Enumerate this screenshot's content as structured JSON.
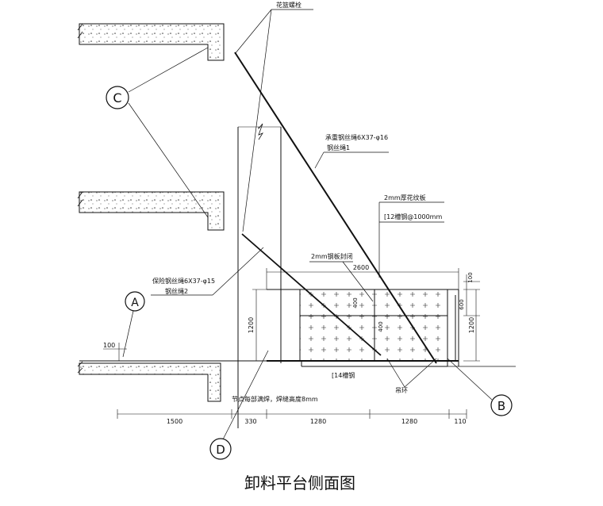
{
  "title": "卸料平台侧面图",
  "annotations": {
    "turnbuckle": "花篮螺栓",
    "main_rope_1": "承重钢丝绳6X37-φ16",
    "main_rope_2": "钢丝绳1",
    "plate_note": "2mm厚花纹板",
    "channel_top": "[12槽钢@1000mm",
    "side_plate": "2mm钢板封闭",
    "safety_rope_1": "保险钢丝绳6X37-φ15",
    "safety_rope_2": "钢丝绳2",
    "channel_bottom": "[14槽钢",
    "ring": "吊环",
    "node_note": "节点每部满焊，焊缝高度8mm"
  },
  "dimensions": {
    "top_width": "2600",
    "right_top": "100",
    "right_mid": "600",
    "right_total": "1200",
    "left_height": "1200",
    "cell_h1": "400",
    "cell_h2": "400",
    "slab_thk": "100",
    "d1": "1500",
    "d2": "330",
    "d3": "1280",
    "d4": "1280",
    "d5": "110"
  },
  "callouts": {
    "a": "A",
    "b": "B",
    "c": "C",
    "d": "D"
  },
  "colors": {
    "line": "#111111",
    "fill": "#ffffff"
  }
}
